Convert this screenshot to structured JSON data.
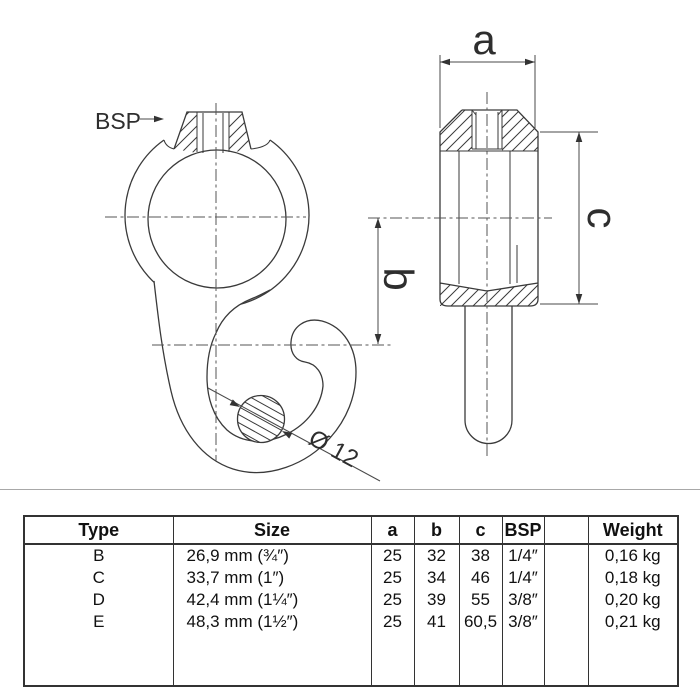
{
  "drawing": {
    "labels": {
      "bsp": "BSP",
      "a": "a",
      "b": "b",
      "c": "c",
      "diameter": "Ø 12"
    }
  },
  "table": {
    "headers": {
      "type": "Type",
      "size": "Size",
      "a": "a",
      "b": "b",
      "c": "c",
      "bsp": "BSP",
      "spare": "",
      "weight": "Weight"
    },
    "rows": [
      {
        "type": "B",
        "size": "26,9 mm (¾″)",
        "a": "25",
        "b": "32",
        "c": "38",
        "bsp": "1/4″",
        "weight": "0,16 kg"
      },
      {
        "type": "C",
        "size": "33,7 mm (1″)",
        "a": "25",
        "b": "34",
        "c": "46",
        "bsp": "1/4″",
        "weight": "0,18 kg"
      },
      {
        "type": "D",
        "size": "42,4 mm (1¼″)",
        "a": "25",
        "b": "39",
        "c": "55",
        "bsp": "3/8″",
        "weight": "0,20 kg"
      },
      {
        "type": "E",
        "size": "48,3 mm (1½″)",
        "a": "25",
        "b": "41",
        "c": "60,5",
        "bsp": "3/8″",
        "weight": "0,21 kg"
      }
    ]
  },
  "colors": {
    "line": "#3a3a3a",
    "dim": "#4a4a4a",
    "table_border": "#333333",
    "divider": "#a8a8a8"
  }
}
